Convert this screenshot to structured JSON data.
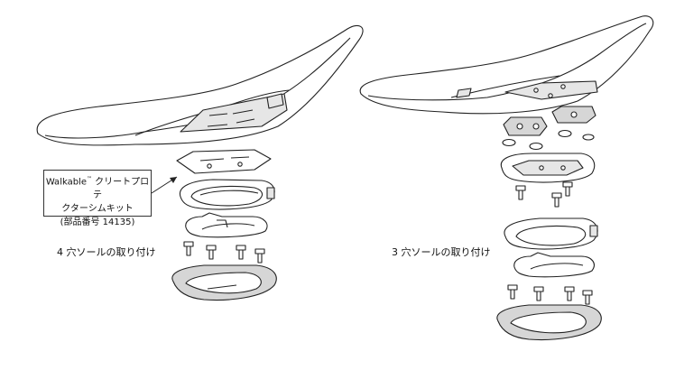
{
  "callout": {
    "brand": "Walkable",
    "tm": "™",
    "line1_rest": " クリートプロテ",
    "line2": "クターシムキット",
    "line3": "(部品番号 14135)"
  },
  "captions": {
    "four_hole": "4 穴ソールの取り付け",
    "three_hole": "3 穴ソールの取り付け"
  },
  "colors": {
    "line": "#222222",
    "fill": "#ffffff",
    "shade": "#cfcfcf"
  }
}
